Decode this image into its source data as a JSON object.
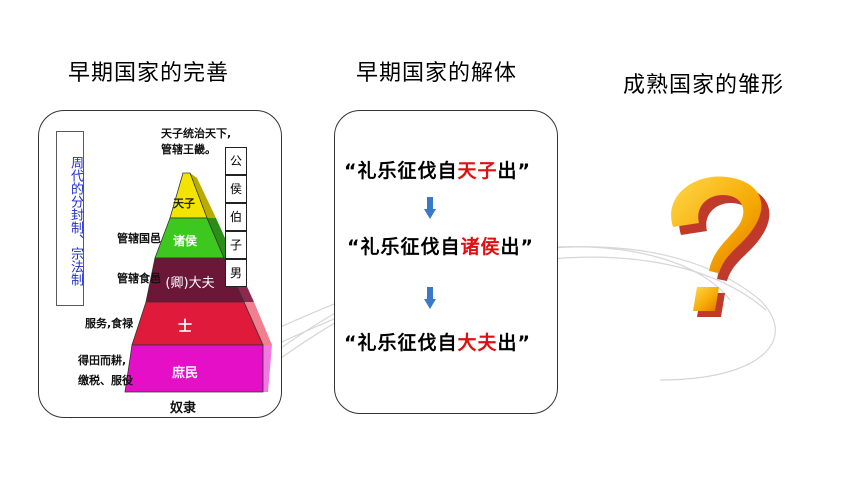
{
  "headings": {
    "left": "早期国家的完善",
    "middle": "早期国家的解体",
    "right": "成熟国家的雏形"
  },
  "pyramid": {
    "side_title": "周代的分封制、宗法制",
    "top_note_1": "天子统治天下,",
    "top_note_2": "管辖王畿。",
    "left_notes": [
      "管辖国邑",
      "管辖食邑",
      "服务,食禄",
      "得田而耕,",
      "缴税、服役"
    ],
    "layers": [
      "天子",
      "诸侯",
      "(卿)大夫",
      "士",
      "庶民"
    ],
    "bottom_label": "奴隶",
    "ranks": [
      "公",
      "侯",
      "伯",
      "子",
      "男"
    ],
    "colors": [
      "#f2e400",
      "#3cc81e",
      "#6b1838",
      "#e01a3a",
      "#e60fc8"
    ]
  },
  "quotes": [
    {
      "prefix": "“礼乐征伐自",
      "highlight": "天子",
      "suffix": "出”"
    },
    {
      "prefix": "“礼乐征伐自",
      "highlight": "诸侯",
      "suffix": "出”"
    },
    {
      "prefix": "“礼乐征伐自",
      "highlight": "大夫",
      "suffix": "出”"
    }
  ],
  "question_mark": {
    "glyph": "?",
    "color": "#f5b000"
  }
}
